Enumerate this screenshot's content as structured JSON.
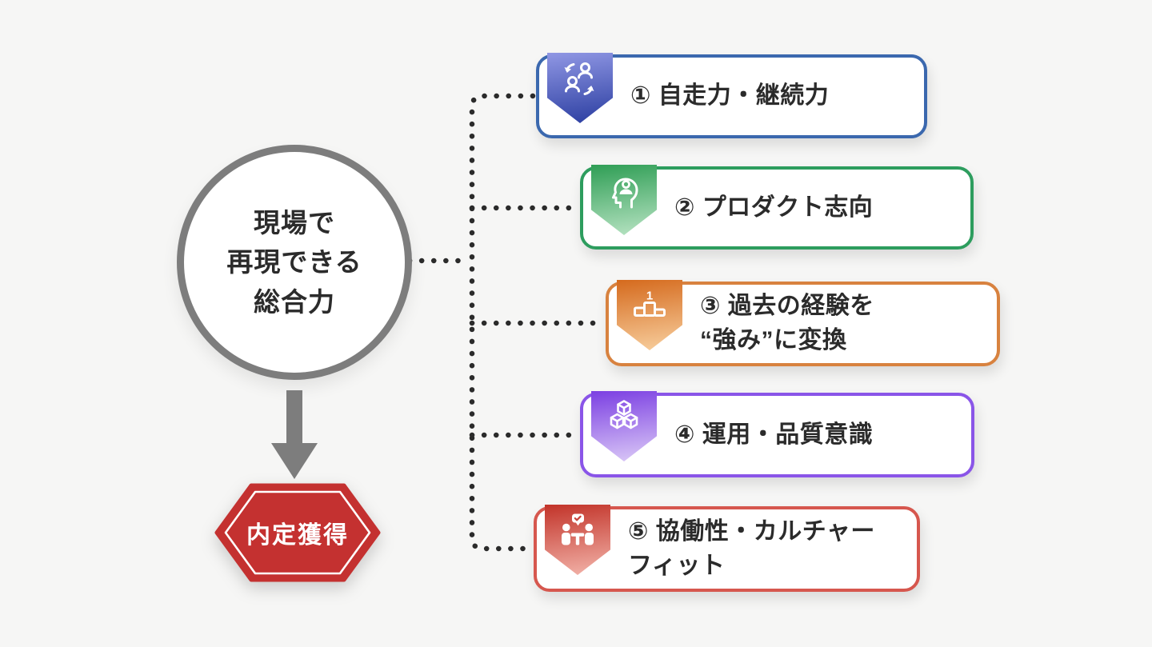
{
  "page": {
    "background": "#f6f6f5",
    "text_color": "#2b2b2b",
    "connector_color": "#2b2b2b"
  },
  "center_node": {
    "label": "現場で\n再現できる\n総合力",
    "border_color": "#7d7d7d",
    "fill": "#ffffff"
  },
  "arrow": {
    "color": "#7d7d7d",
    "direction": "down"
  },
  "outcome_badge": {
    "label": "内定獲得",
    "shape": "hexagon",
    "fill": "#c43130",
    "inner_line_color": "#ffffff",
    "text_color": "#ffffff"
  },
  "items": [
    {
      "label": "① 自走力・継続力",
      "accent": "#3b68ae",
      "icon": "people-sync-icon",
      "badge_top": "#9097e4",
      "badge_bottom": "#2a3da0"
    },
    {
      "label": "② プロダクト志向",
      "accent": "#2d9d5e",
      "icon": "head-user-icon",
      "badge_top": "#2f9e55",
      "badge_bottom": "#b9e4c4"
    },
    {
      "label": "③ 過去の経験を\n“強み”に変換",
      "accent": "#d8823f",
      "icon": "podium-first-place-icon",
      "badge_top": "#d56a1d",
      "badge_bottom": "#f8d0a0"
    },
    {
      "label": "④ 運用・品質意識",
      "accent": "#8a55e8",
      "icon": "stacked-cubes-icon",
      "badge_top": "#7b3fe2",
      "badge_bottom": "#dccbf7"
    },
    {
      "label": "⑤ 協働性・カルチャー\nフィット",
      "accent": "#d6574e",
      "icon": "team-discussion-icon",
      "badge_top": "#c23329",
      "badge_bottom": "#f3b5ab"
    }
  ]
}
